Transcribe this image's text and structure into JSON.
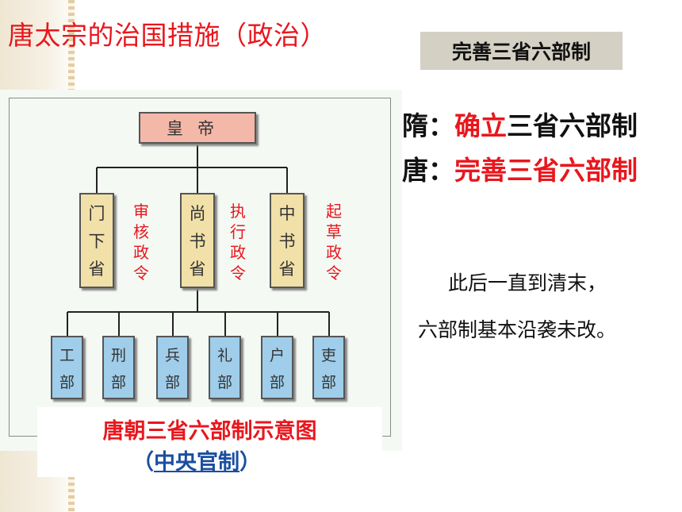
{
  "title": "唐太宗的治国措施（政治）",
  "badge": "完善三省六部制",
  "sui": {
    "prefix": "隋：",
    "highlight": "确立",
    "rest": "三省六部制"
  },
  "tang": {
    "prefix": "唐：",
    "highlight": "完善三省六部制"
  },
  "note": {
    "line1": "此后一直到清末，",
    "line2": "六部制基本沿袭未改。"
  },
  "diagram": {
    "emperor": "皇帝",
    "sheng": [
      {
        "chars": [
          "门",
          "下",
          "省"
        ],
        "func": [
          "审",
          "核",
          "政",
          "令"
        ]
      },
      {
        "chars": [
          "尚",
          "书",
          "省"
        ],
        "func": [
          "执",
          "行",
          "政",
          "令"
        ]
      },
      {
        "chars": [
          "中",
          "书",
          "省"
        ],
        "func": [
          "起",
          "草",
          "政",
          "令"
        ]
      }
    ],
    "bu": [
      [
        "工",
        "部"
      ],
      [
        "刑",
        "部"
      ],
      [
        "兵",
        "部"
      ],
      [
        "礼",
        "部"
      ],
      [
        "户",
        "部"
      ],
      [
        "吏",
        "部"
      ]
    ],
    "caption": "唐朝三省六部制示意图",
    "subcaption": {
      "open": "（",
      "link": "中央官制",
      "close": "）"
    }
  },
  "colors": {
    "accent_red": "#e8171d",
    "link_blue": "#1a4ea0",
    "emperor_box": "#f4b8a9",
    "sheng_box": "#f1e0a8",
    "bu_box": "#9fcdea",
    "badge_bg": "#d4d0c4"
  }
}
